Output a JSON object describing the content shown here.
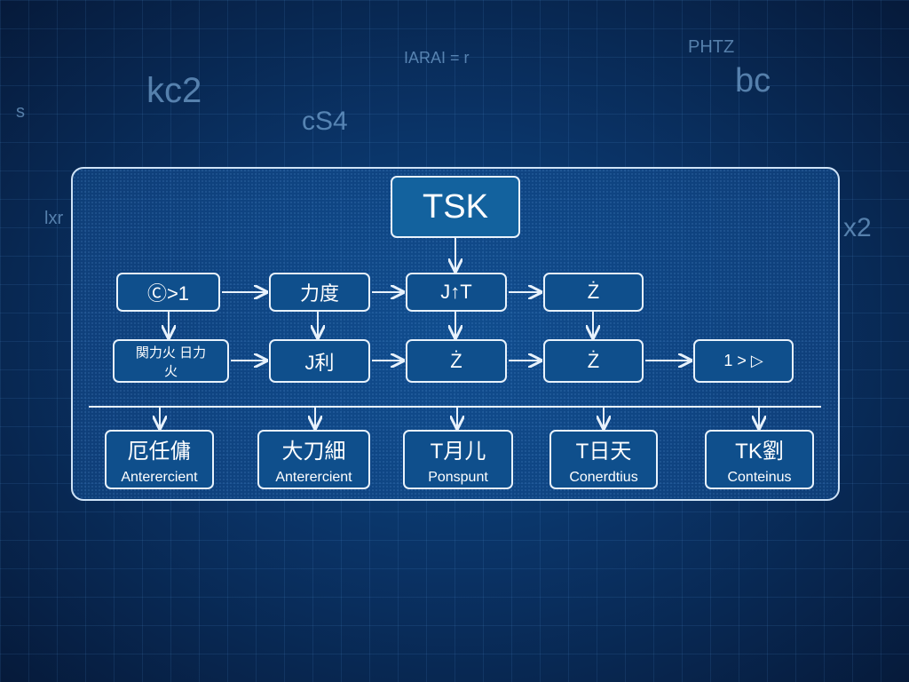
{
  "background_text": [
    "kc2",
    "cS4",
    "bc",
    "PHTZ",
    "IARAI = r",
    "x2",
    "lxr",
    "s"
  ],
  "diagram": {
    "root": "TSK",
    "row1": [
      "Ⓒ>1",
      "力度",
      "J↑T",
      "Ż"
    ],
    "row2": [
      "関力火 日力火",
      "J利",
      "Ż",
      "Ż",
      "1 > ▷"
    ],
    "bottom": [
      {
        "title": "厄任傭",
        "subtitle": "Anterercient"
      },
      {
        "title": "大刀細",
        "subtitle": "Anterercient"
      },
      {
        "title": "T月儿",
        "subtitle": "Ponspunt"
      },
      {
        "title": "T日天",
        "subtitle": "Conerdtius"
      },
      {
        "title": "TK劉",
        "subtitle": "Conteinus"
      }
    ]
  }
}
